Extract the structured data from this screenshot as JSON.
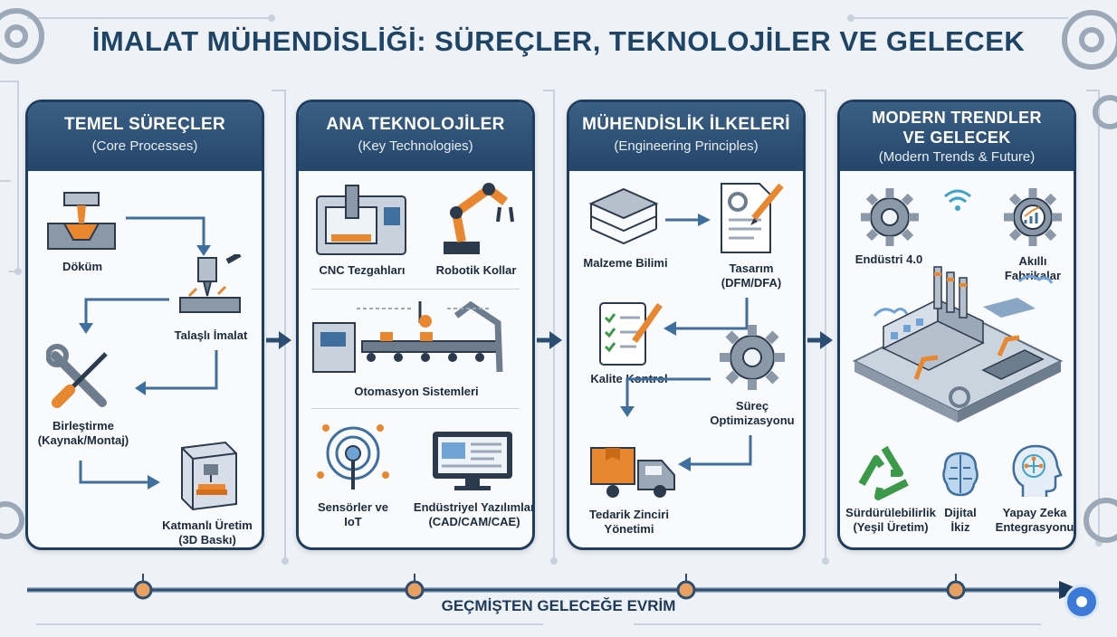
{
  "title": "İMALAT MÜHENDİSLİĞİ: SÜREÇLER, TEKNOLOJİLER VE GELECEK",
  "panels": [
    {
      "title": "TEMEL SÜREÇLER",
      "subtitle": "(Core Processes)",
      "items": {
        "casting": "Döküm",
        "machining": "Talaşlı İmalat",
        "joining_1": "Birleştirme",
        "joining_2": "(Kaynak/Montaj)",
        "additive_1": "Katmanlı Üretim",
        "additive_2": "(3D Baskı)"
      }
    },
    {
      "title": "ANA TEKNOLOJİLER",
      "subtitle": "(Key Technologies)",
      "items": {
        "cnc": "CNC Tezgahları",
        "robot": "Robotik Kollar",
        "automation": "Otomasyon Sistemleri",
        "sensors_1": "Sensörler ve",
        "sensors_2": "IoT",
        "software_1": "Endüstriyel Yazılımlar",
        "software_2": "(CAD/CAM/CAE)"
      }
    },
    {
      "title": "MÜHENDİSLİK İLKELERİ",
      "subtitle": "(Engineering Principles)",
      "items": {
        "materials": "Malzeme Bilimi",
        "design_1": "Tasarım",
        "design_2": "(DFM/DFA)",
        "quality": "Kalite Kontrol",
        "process_1": "Süreç",
        "process_2": "Optimizasyonu",
        "supply_1": "Tedarik Zinciri",
        "supply_2": "Yönetimi"
      }
    },
    {
      "title_1": "MODERN TRENDLER",
      "title_2": "VE GELECEK",
      "subtitle": "(Modern Trends & Future)",
      "items": {
        "industry": "Endüstri 4.0",
        "smart_1": "Akıllı",
        "smart_2": "Fabrikalar",
        "sustain_1": "Sürdürülebilirlik",
        "sustain_2": "(Yeşil Üretim)",
        "twin_1": "Dijital",
        "twin_2": "İkiz",
        "ai_1": "Yapay Zeka",
        "ai_2": "Entegrasyonu"
      }
    }
  ],
  "timeline_label": "GEÇMİŞTEN GELECEĞE EVRİM",
  "colors": {
    "header": "#25466b",
    "border": "#1f3d5e",
    "accent_orange": "#e8872f",
    "timeline": "#1e3a5a"
  }
}
